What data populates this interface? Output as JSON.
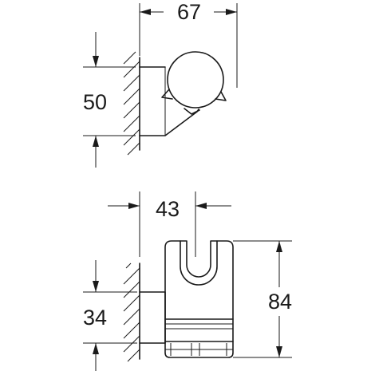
{
  "top_view": {
    "dim_width": "67",
    "dim_height": "50"
  },
  "front_view": {
    "dim_width": "43",
    "dim_height_left": "34",
    "dim_height_right": "84"
  }
}
